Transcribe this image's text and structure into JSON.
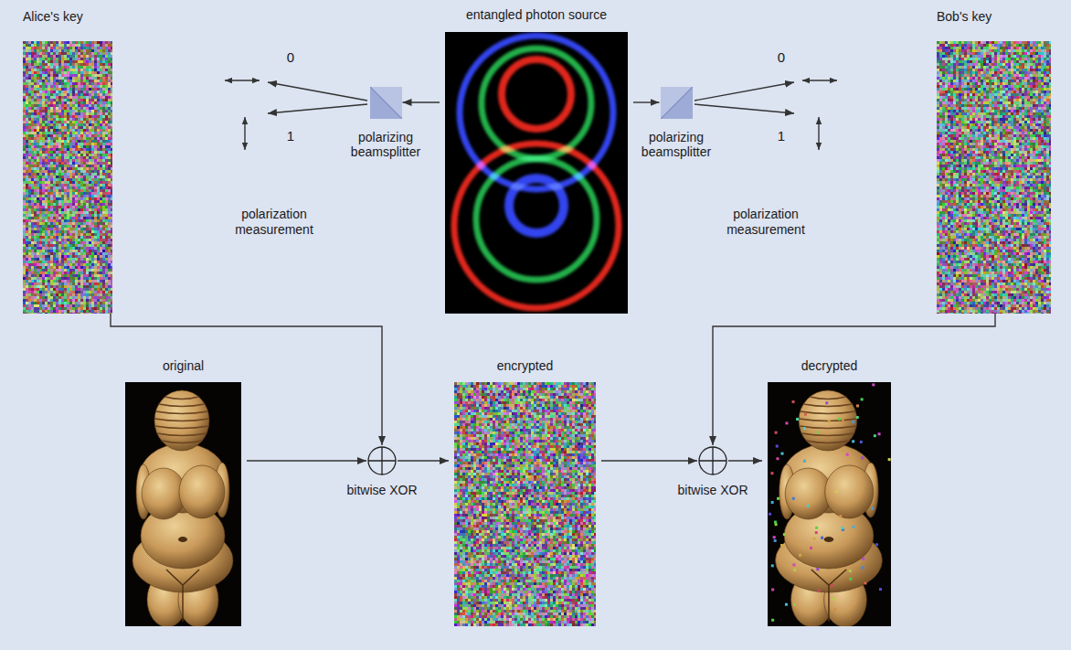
{
  "diagram": {
    "nodes": [
      {
        "text": [
          "Alice's key"
        ]
      },
      {
        "text": [
          "entangled photon source"
        ]
      },
      {
        "text": [
          "Bob's key"
        ]
      },
      {
        "text": [
          "polarizing beamsplitter"
        ]
      },
      {
        "text": [
          "polarizing beamsplitter"
        ]
      },
      {
        "text": [
          "original"
        ]
      },
      {
        "text": [
          "bitwise XOR"
        ]
      },
      {
        "text": [
          "encrypted"
        ]
      },
      {
        "text": [
          "bitwise XOR"
        ]
      },
      {
        "text": [
          "decrypted"
        ]
      }
    ],
    "edges": [
      {
        "from": 1,
        "to": 3,
        "arrow": "to"
      },
      {
        "from": 1,
        "to": 4,
        "arrow": "to"
      },
      {
        "from": 0,
        "to": 6,
        "arrow": "to"
      },
      {
        "from": 5,
        "to": 6,
        "arrow": "to"
      },
      {
        "from": 6,
        "to": 7,
        "arrow": "to"
      },
      {
        "from": 7,
        "to": 8,
        "arrow": "to"
      },
      {
        "from": 2,
        "to": 8,
        "arrow": "to"
      },
      {
        "from": 8,
        "to": 9,
        "arrow": "to"
      }
    ],
    "labels": [
      "0",
      "1",
      "polarization measurement",
      "0",
      "1",
      "polarization measurement"
    ]
  }
}
